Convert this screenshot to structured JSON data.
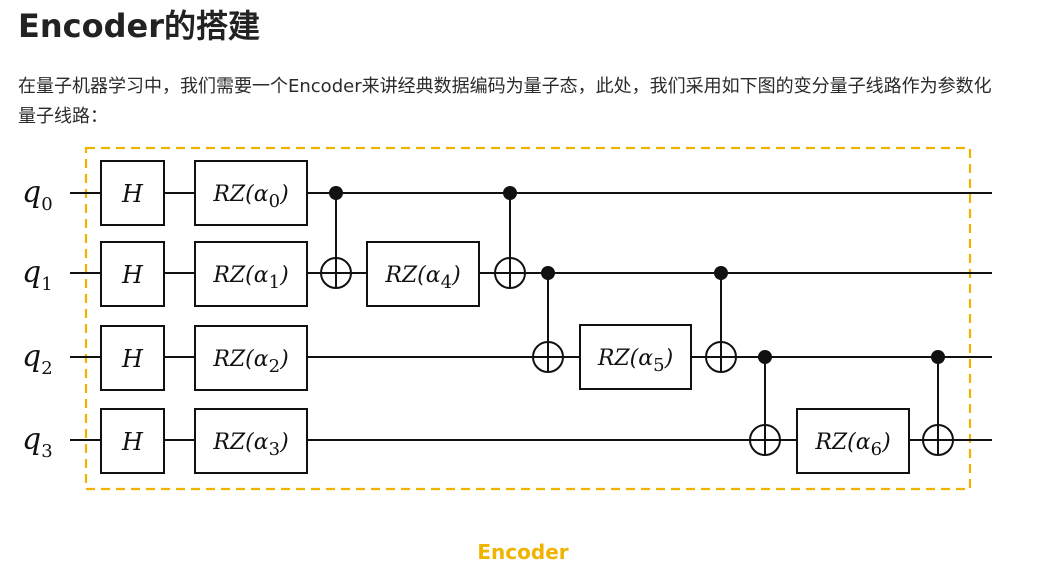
{
  "heading": "Encoder的搭建",
  "intro": "在量子机器学习中，我们需要一个Encoder来讲经典数据编码为量子态，此处，我们采用如下图的变分量子线路作为参数化量子线路：",
  "caption": "Encoder",
  "colors": {
    "text": "#222222",
    "encoder_box": "#f0b400",
    "caption": "#f0b400",
    "circuit_lines": "#111111"
  },
  "circuit": {
    "qubits": [
      {
        "label": "q",
        "index": "0"
      },
      {
        "label": "q",
        "index": "1"
      },
      {
        "label": "q",
        "index": "2"
      },
      {
        "label": "q",
        "index": "3"
      }
    ],
    "h_gates": [
      {
        "qubit": 0,
        "label": "H"
      },
      {
        "qubit": 1,
        "label": "H"
      },
      {
        "qubit": 2,
        "label": "H"
      },
      {
        "qubit": 3,
        "label": "H"
      }
    ],
    "rz_gates": [
      {
        "qubit": 0,
        "label": "RZ(α",
        "param": "0",
        "close": ")"
      },
      {
        "qubit": 1,
        "label": "RZ(α",
        "param": "1",
        "close": ")"
      },
      {
        "qubit": 2,
        "label": "RZ(α",
        "param": "2",
        "close": ")"
      },
      {
        "qubit": 3,
        "label": "RZ(α",
        "param": "3",
        "close": ")"
      },
      {
        "qubit": 1,
        "label": "RZ(α",
        "param": "4",
        "close": ")"
      },
      {
        "qubit": 2,
        "label": "RZ(α",
        "param": "5",
        "close": ")"
      },
      {
        "qubit": 3,
        "label": "RZ(α",
        "param": "6",
        "close": ")"
      }
    ],
    "cnots": [
      {
        "control": 0,
        "target": 1
      },
      {
        "control": 0,
        "target": 1
      },
      {
        "control": 1,
        "target": 2
      },
      {
        "control": 1,
        "target": 2
      },
      {
        "control": 2,
        "target": 3
      },
      {
        "control": 2,
        "target": 3
      }
    ]
  }
}
